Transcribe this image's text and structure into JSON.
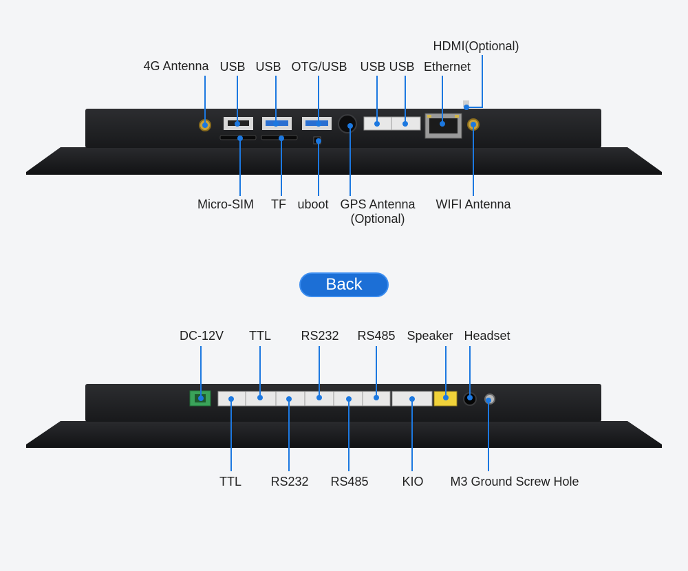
{
  "top_labels_above": [
    "4G Antenna",
    "USB",
    "USB",
    "OTG/USB",
    "USB",
    "USB",
    "Ethernet",
    "HDMI(Optional)"
  ],
  "top_labels_below": [
    "Micro-SIM",
    "TF",
    "uboot",
    "WIFI Antenna"
  ],
  "gps_label": [
    "GPS Antenna",
    "(Optional)"
  ],
  "back_button": "Back",
  "bottom_labels_above": [
    "DC-12V",
    "TTL",
    "RS232",
    "RS485",
    "Speaker",
    "Headset"
  ],
  "bottom_labels_below": [
    "TTL",
    "RS232",
    "RS485",
    "KIO",
    "M3 Ground Screw Hole"
  ],
  "colors": {
    "accent": "#1c78e0",
    "panel": "#1f2022",
    "connector_green": "#3aa35a",
    "connector_yellow": "#f0d23a"
  }
}
